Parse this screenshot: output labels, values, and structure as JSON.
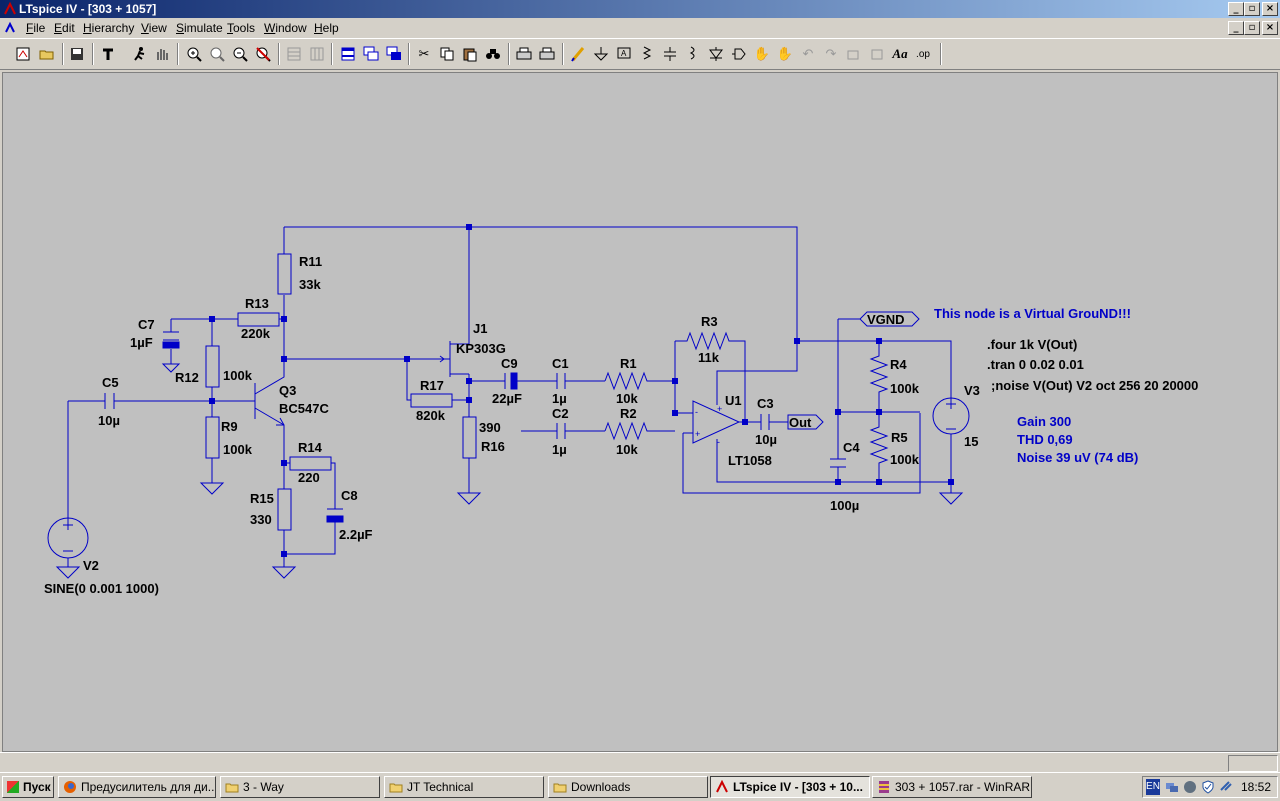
{
  "window": {
    "title": "LTspice IV - [303 + 1057]"
  },
  "menu": [
    {
      "label": "File",
      "u": "F",
      "rest": "ile"
    },
    {
      "label": "Edit",
      "u": "E",
      "rest": "dit"
    },
    {
      "label": "Hierarchy",
      "u": "H",
      "rest": "ierarchy"
    },
    {
      "label": "View",
      "u": "V",
      "rest": "iew"
    },
    {
      "label": "Simulate",
      "u": "S",
      "rest": "imulate"
    },
    {
      "label": "Tools",
      "u": "T",
      "rest": "ools"
    },
    {
      "label": "Window",
      "u": "W",
      "rest": "indow"
    },
    {
      "label": "Help",
      "u": "H",
      "rest": "elp"
    }
  ],
  "toolbar_icons": [
    "new-schematic-icon",
    "open-icon",
    "save-icon",
    "control-panel-icon",
    "run-icon",
    "pan-icon",
    "zoom-in-icon",
    "zoom-area-icon",
    "zoom-out-icon",
    "zoom-cancel-icon",
    "tile-horizontal-icon",
    "tile-vertical-icon",
    "window-cascade-icon",
    "close-all-icon",
    "cut-icon",
    "copy-icon",
    "paste-icon",
    "find-icon",
    "print-setup-icon",
    "print-icon",
    "wire-icon",
    "ground-icon",
    "label-net-icon",
    "resistor-icon",
    "capacitor-icon",
    "inductor-icon",
    "diode-icon",
    "component-icon",
    "move-icon",
    "drag-icon",
    "undo-icon",
    "redo-icon",
    "rotate-icon",
    "mirror-icon",
    "text-icon",
    "spice-directive-icon"
  ],
  "schematic": {
    "labels": {
      "R11": "R11",
      "R11v": "33k",
      "R13": "R13",
      "R13v": "220k",
      "C7": "C7",
      "C7v": "1µF",
      "R12": "R12",
      "R12v": "100k",
      "C5": "C5",
      "C5v": "10µ",
      "R9": "R9",
      "R9v": "100k",
      "Q3": "Q3",
      "Q3v": "BC547C",
      "R14": "R14",
      "R14v": "220",
      "R15": "R15",
      "R15v": "330",
      "C8": "C8",
      "C8v": "2.2µF",
      "V2": "V2",
      "V2v": "SINE(0 0.001 1000)",
      "J1": "J1",
      "J1v": "KP303G",
      "R17": "R17",
      "R17v": "820k",
      "C9": "C9",
      "C9v": "22µF",
      "R16": "R16",
      "R16v": "390",
      "C1": "C1",
      "C1v": "1µ",
      "R1": "R1",
      "R1v": "10k",
      "C2": "C2",
      "C2v": "1µ",
      "R2": "R2",
      "R2v": "10k",
      "R3": "R3",
      "R3v": "11k",
      "U1": "U1",
      "U1v": "LT1058",
      "C3": "C3",
      "C3v": "10µ",
      "Out": "Out",
      "VGND": "VGND",
      "R4": "R4",
      "R4v": "100k",
      "R5": "R5",
      "R5v": "100k",
      "C4": "C4",
      "C4v": "100µ",
      "V3": "V3",
      "V3v": "15",
      "note": "This node is a Virtual GrouND!!!",
      "dir1": ".four 1k V(Out)",
      "dir2": ".tran 0 0.02 0.01",
      "dir3": ";noise V(Out) V2 oct 256 20 20000",
      "res1": "Gain 300",
      "res2": "THD 0,69",
      "res3": "Noise 39 uV (74 dB)"
    }
  },
  "taskbar": {
    "start": "Пуск",
    "tasks": [
      {
        "label": "Предусилитель для ди...",
        "icon": "firefox-icon"
      },
      {
        "label": "3 - Way",
        "icon": "folder-icon"
      },
      {
        "label": "JT Technical",
        "icon": "folder-icon"
      },
      {
        "label": "Downloads",
        "icon": "folder-icon"
      },
      {
        "label": "LTspice IV - [303 + 10...",
        "icon": "ltspice-icon"
      },
      {
        "label": "303 + 1057.rar - WinRAR",
        "icon": "winrar-icon"
      }
    ],
    "lang": "EN",
    "clock": "18:52"
  }
}
